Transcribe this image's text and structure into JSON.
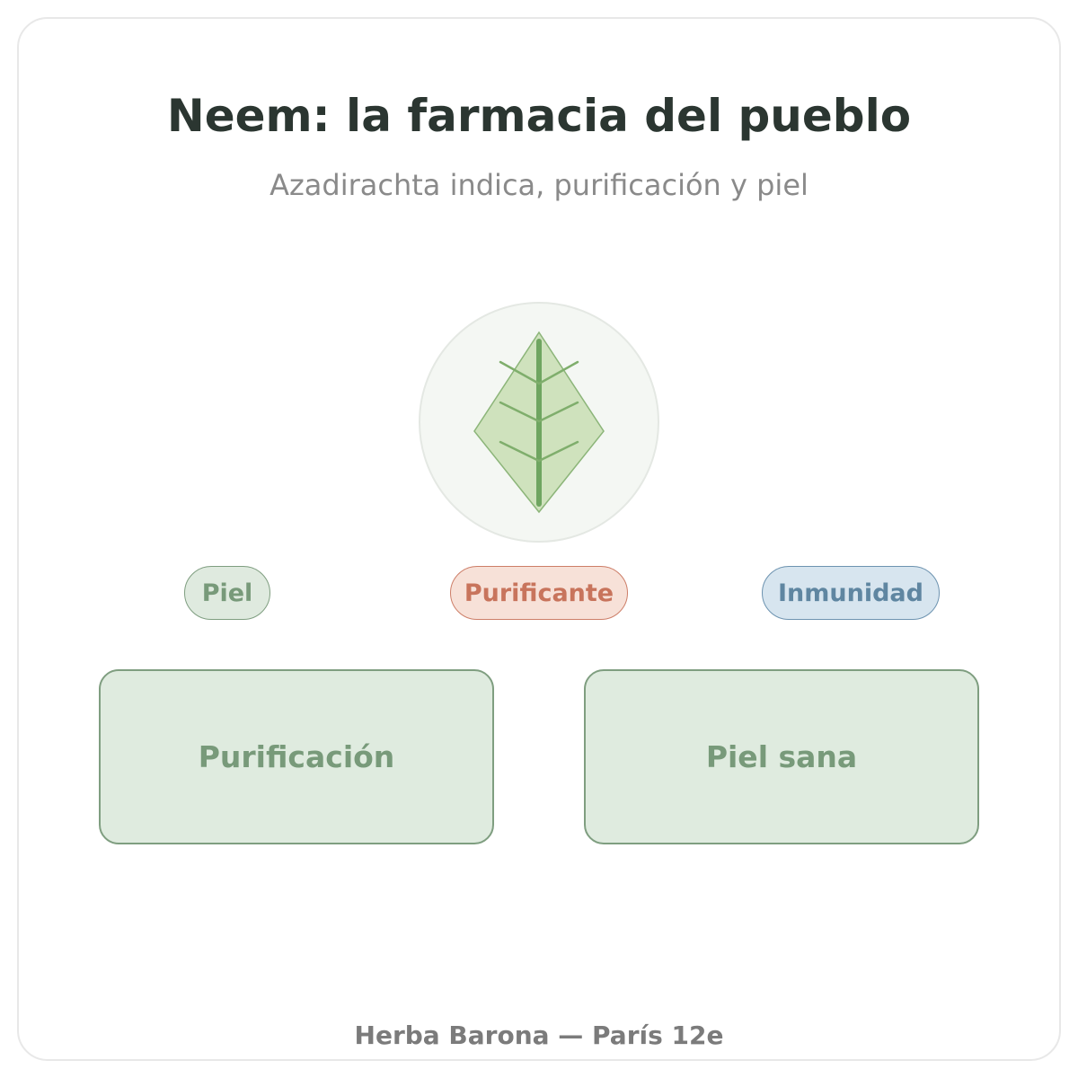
{
  "header": {
    "title": "Neem: la farmacia del pueblo",
    "subtitle": "Azadirachta indica, purificación y piel"
  },
  "emblem": {
    "icon": "leaf-icon"
  },
  "tags": [
    {
      "label": "Piel",
      "color": "#789a7a"
    },
    {
      "label": "Purificante",
      "color": "#c8745c"
    },
    {
      "label": "Inmunidad",
      "color": "#5f86a1"
    }
  ],
  "benefits": [
    {
      "label": "Purificación"
    },
    {
      "label": "Piel sana"
    }
  ],
  "footer": {
    "text": "Herba Barona — París 12e"
  },
  "colors": {
    "title": "#2b3631",
    "green_accent": "#789a7a",
    "terracotta_accent": "#c8745c",
    "blue_accent": "#5f86a1"
  }
}
